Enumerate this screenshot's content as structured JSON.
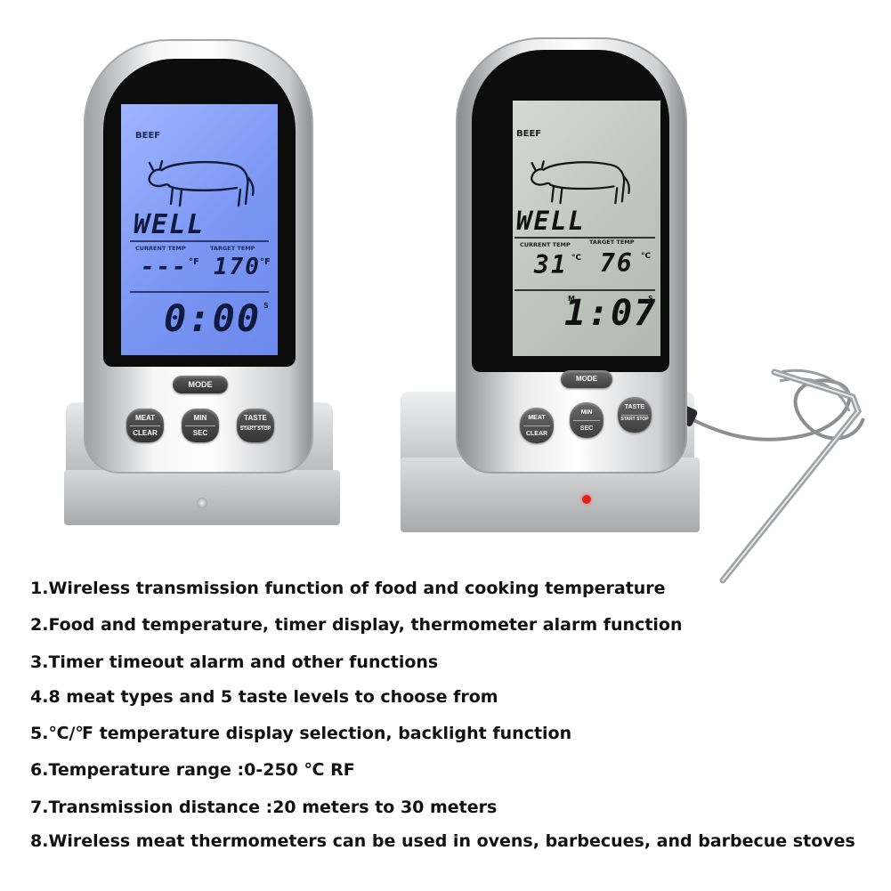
{
  "devices": {
    "left": {
      "meat_label": "BEEF",
      "doneness": "WELL",
      "current_temp_label": "CURRENT TEMP",
      "target_temp_label": "TARGET TEMP",
      "current_temp": "---",
      "current_unit": "°F",
      "target_temp": "170",
      "target_unit": "°F",
      "timer": "0:00",
      "timer_unit": "S",
      "buttons": {
        "mode": "MODE",
        "meat": "MEAT",
        "clear": "CLEAR",
        "min": "MIN",
        "sec": "SEC",
        "taste": "TASTE",
        "start_stop": "START STOP"
      }
    },
    "right": {
      "meat_label": "BEEF",
      "doneness": "WELL",
      "current_temp_label": "CURRENT TEMP",
      "target_temp_label": "TARGET TEMP",
      "current_temp": "31",
      "current_unit": "°C",
      "target_temp": "76",
      "target_unit": "°C",
      "timer_min_unit": "M",
      "timer": "1:07",
      "timer_unit": "S",
      "buttons": {
        "mode": "MODE",
        "meat": "MEAT",
        "clear": "CLEAR",
        "min": "MIN",
        "sec": "SEC",
        "taste": "TASTE",
        "start_stop": "START STOP"
      }
    }
  },
  "colors": {
    "backlit_screen": "#7f9cf2",
    "plain_screen": "#c4c8c2",
    "silver": "#c8c9cb",
    "indicator_red": "#e2231a",
    "button_dark": "#4e4e4e"
  },
  "features": [
    "1.Wireless transmission function of food and cooking temperature",
    "2.Food and temperature, timer display, thermometer alarm function",
    "3.Timer timeout alarm and other functions",
    "4.8 meat types and 5 taste levels to choose from",
    "5.℃/℉ temperature display selection, backlight function",
    "6.Temperature range :0-250 ℃ RF",
    "7.Transmission distance :20 meters to 30 meters",
    "8.Wireless meat thermometers can be used in ovens, barbecues, and barbecue stoves"
  ]
}
